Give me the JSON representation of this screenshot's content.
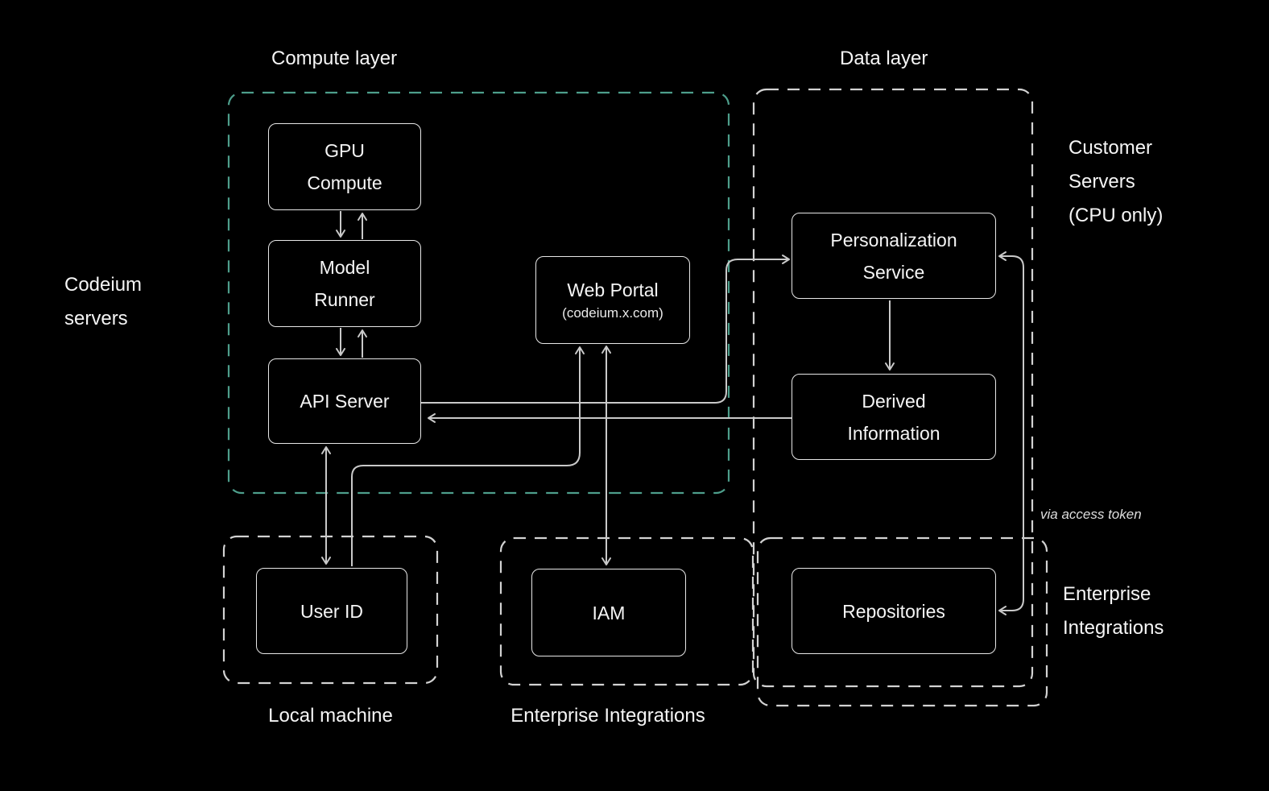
{
  "labels": {
    "compute_layer": "Compute layer",
    "data_layer": "Data layer",
    "codeium_servers": "Codeium\nservers",
    "customer_servers": "Customer\nServers\n(CPU only)",
    "local_machine": "Local machine",
    "enterprise_integrations_bottom": "Enterprise Integrations",
    "enterprise_integrations_right": "Enterprise\nIntegrations",
    "via_access_token": "via access token"
  },
  "nodes": {
    "gpu_compute": "GPU\nCompute",
    "model_runner": "Model\nRunner",
    "api_server": "API Server",
    "web_portal_title": "Web Portal",
    "web_portal_subtitle": "(codeium.x.com)",
    "personalization_service": "Personalization\nService",
    "derived_information": "Derived\nInformation",
    "repositories": "Repositories",
    "user_id": "User ID",
    "iam": "IAM"
  },
  "colors": {
    "background": "#000000",
    "node_border": "#e7e7e7",
    "connector": "#c9c9c9",
    "compute_layer_dash": "#4d9e8b",
    "container_dash": "#d2d2d2",
    "text": "#f5f5f5"
  }
}
